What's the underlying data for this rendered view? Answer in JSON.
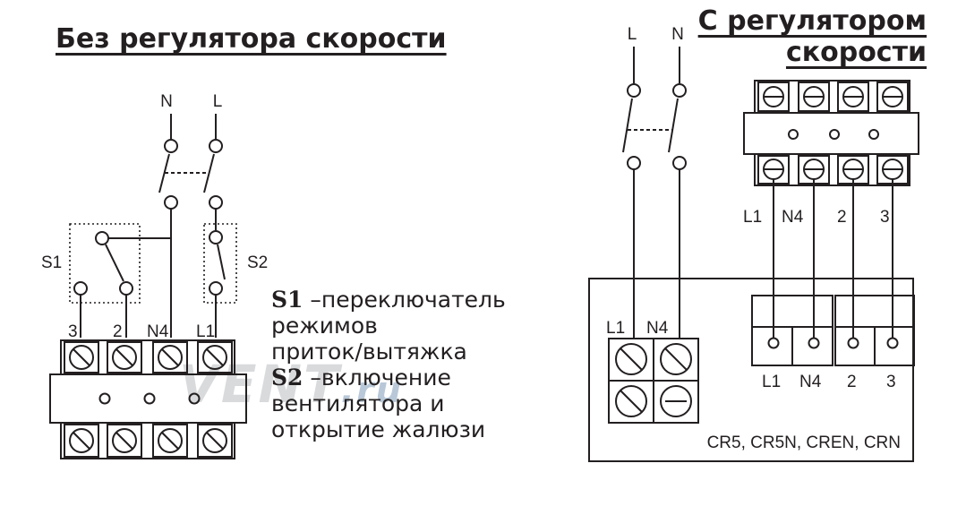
{
  "titles": {
    "left": "Без регулятора скорости",
    "right_line1": "С регулятором",
    "right_line2": "скорости"
  },
  "left_diagram": {
    "top_labels": {
      "n": "N",
      "l": "L"
    },
    "switches": {
      "s1": "S1",
      "s2": "S2"
    },
    "terminals": [
      "3",
      "2",
      "N4",
      "L1"
    ]
  },
  "legend": {
    "s1_key": "S1",
    "s1_text_1": " –переключатель",
    "s1_text_2": "режимов",
    "s1_text_3": "приток/вытяжка",
    "s2_key": "S2",
    "s2_text_1": " –включение",
    "s2_text_2": "вентилятора и",
    "s2_text_3": "открытие жалюзи"
  },
  "right_diagram": {
    "top_labels": {
      "l": "L",
      "n": "N"
    },
    "regulator_terminals": [
      "L1",
      "N4",
      "2",
      "3"
    ],
    "box_terminals_left": [
      "L1",
      "N4"
    ],
    "box_terminals_bottom": [
      "L1",
      "N4",
      "2",
      "3"
    ],
    "models": "CR5, CR5N, CREN, CRN"
  },
  "watermark": {
    "main": "VENT",
    "suffix": ".ru"
  },
  "colors": {
    "line": "#231f20",
    "background": "#ffffff",
    "watermark": "#d8dadc"
  }
}
